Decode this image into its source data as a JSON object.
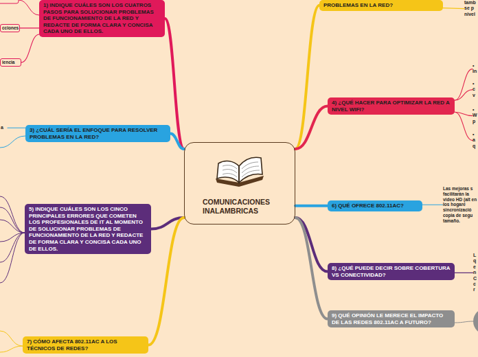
{
  "diagram": {
    "nodes": [
      {
        "text": [
          "COMUNICACIONES INALAMBRICAS"
        ]
      },
      {
        "text": [
          "1)     INDIQUE CUÁLES SON LOS CUATROS PASOS PARA SOLUCIONAR PROBLEMAS DE FUNCIONAMIENTO DE LA RED Y REDACTE DE FORMA CLARA Y CONCISA CADA UNO DE ELLOS."
        ]
      },
      {
        "text": [
          "cciones"
        ]
      },
      {
        "text": [
          "iencia"
        ]
      },
      {
        "text": [
          "PROBLEMAS EN LA RED?"
        ]
      },
      {
        "text": [
          "tamb se p nivel"
        ]
      },
      {
        "text": [
          "3)     ¿CUÁL SERÍA EL ENFOQUE PARA RESOLVER PROBLEMAS EN LA RED?"
        ]
      },
      {
        "text": [
          "a"
        ]
      },
      {
        "text": [
          "4)     ¿QUÉ HACER PARA OPTIMIZAR LA RED A NIVEL WIFI?"
        ]
      },
      {
        "text": [
          "• In"
        ]
      },
      {
        "text": [
          "• c v"
        ]
      },
      {
        "text": [
          "• W p"
        ]
      },
      {
        "text": [
          "• a q"
        ]
      },
      {
        "text": [
          "5)     INDIQUE CUÁLES SON LOS CINCO PRINCIPALES ERRORES QUE COMETEN LOS PROFESIONALES DE IT AL MOMENTO DE SOLUCIONAR PROBLEMAS DE FUNCIONAMIENTO DE LA RED Y REDACTE DE FORMA CLARA Y CONCISA CADA UNO DE ELLOS."
        ]
      },
      {
        "text": [
          "6)     QUÉ OFRECE 802.11AC?"
        ]
      },
      {
        "text": [
          "Las mejoras s facilitarán la video HD (alt en los hogare sincronizació copia de segu tamaño."
        ]
      },
      {
        "text": [
          "7)     CÓMO AFECTA 802.11AC A LOS TÉCNICOS DE REDES?"
        ]
      },
      {
        "text": [
          "8)     ¿QUÉ PUEDE DECIR SOBRE COBERTURA VS CONECTIVIDAD?"
        ]
      },
      {
        "text": [
          "L q e n C c r"
        ]
      },
      {
        "text": [
          "9)     QUÉ OPINIÓN LE MERECE EL IMPACTO DE LAS REDES 802.11AC A FUTURO?"
        ]
      }
    ],
    "edges": [
      {
        "from": 0,
        "to": 1,
        "arrow": "none"
      },
      {
        "from": 1,
        "to": 2,
        "arrow": "none"
      },
      {
        "from": 1,
        "to": 3,
        "arrow": "none"
      },
      {
        "from": 0,
        "to": 4,
        "arrow": "none"
      },
      {
        "from": 4,
        "to": 5,
        "arrow": "none"
      },
      {
        "from": 0,
        "to": 6,
        "arrow": "none"
      },
      {
        "from": 6,
        "to": 7,
        "arrow": "none"
      },
      {
        "from": 0,
        "to": 8,
        "arrow": "none"
      },
      {
        "from": 8,
        "to": 9,
        "arrow": "none"
      },
      {
        "from": 8,
        "to": 10,
        "arrow": "none"
      },
      {
        "from": 8,
        "to": 11,
        "arrow": "none"
      },
      {
        "from": 8,
        "to": 12,
        "arrow": "none"
      },
      {
        "from": 0,
        "to": 13,
        "arrow": "none"
      },
      {
        "from": 0,
        "to": 14,
        "arrow": "none"
      },
      {
        "from": 14,
        "to": 15,
        "arrow": "none"
      },
      {
        "from": 0,
        "to": 16,
        "arrow": "none"
      },
      {
        "from": 0,
        "to": 17,
        "arrow": "none"
      },
      {
        "from": 17,
        "to": 18,
        "arrow": "none"
      },
      {
        "from": 0,
        "to": 19,
        "arrow": "none"
      }
    ]
  }
}
